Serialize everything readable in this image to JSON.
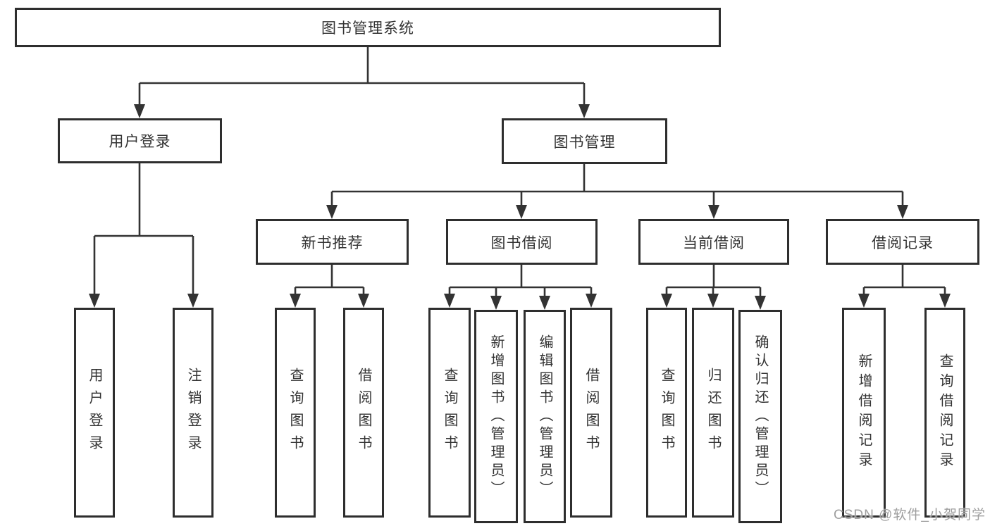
{
  "diagram_type": "tree",
  "colors": {
    "line": "#333333",
    "box_border": "#2e2e2e",
    "box_fill": "#ffffff",
    "text": "#333333",
    "watermark": "#9e9e9e"
  },
  "tree": {
    "label": "图书管理系统",
    "children": [
      {
        "label": "用户登录",
        "children": [
          {
            "label": "用户登录"
          },
          {
            "label": "注销登录"
          }
        ]
      },
      {
        "label": "图书管理",
        "children": [
          {
            "label": "新书推荐",
            "children": [
              {
                "label": "查询图书"
              },
              {
                "label": "借阅图书"
              }
            ]
          },
          {
            "label": "图书借阅",
            "children": [
              {
                "label": "查询图书"
              },
              {
                "label": "新增图书（管理员）"
              },
              {
                "label": "编辑图书（管理员）"
              },
              {
                "label": "借阅图书"
              }
            ]
          },
          {
            "label": "当前借阅",
            "children": [
              {
                "label": "查询图书"
              },
              {
                "label": "归还图书"
              },
              {
                "label": "确认归还（管理员）"
              }
            ]
          },
          {
            "label": "借阅记录",
            "children": [
              {
                "label": "新增借阅记录"
              },
              {
                "label": "查询借阅记录"
              }
            ]
          }
        ]
      }
    ]
  },
  "watermark": {
    "text": "CSDN @软件_小贺同学"
  }
}
